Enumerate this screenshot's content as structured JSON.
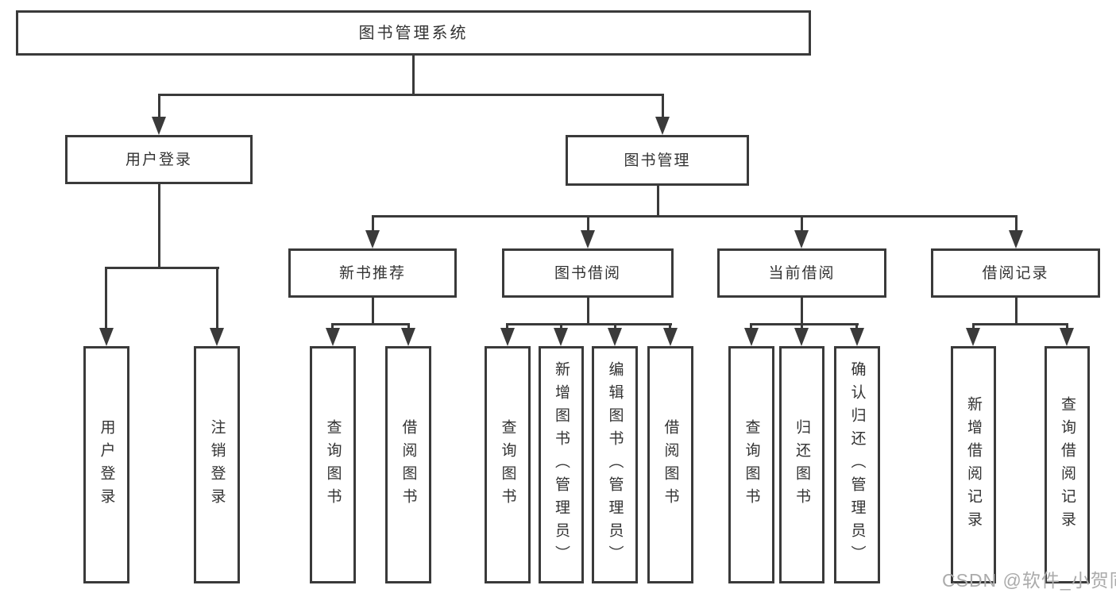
{
  "diagram": {
    "type": "hierarchy-tree",
    "title": "图书管理系统",
    "watermark": "CSDN @软件_小贺同学",
    "colors": {
      "line": "#3a3a3a",
      "box_border": "#3a3a3a",
      "text": "#333333",
      "background": "#ffffff",
      "watermark": "#ababab"
    },
    "nodes": {
      "root": {
        "label": "图书管理系统"
      },
      "user_login": {
        "label": "用户登录"
      },
      "book_mgmt": {
        "label": "图书管理"
      },
      "new_book_rec": {
        "label": "新书推荐"
      },
      "book_borrow": {
        "label": "图书借阅"
      },
      "current_borrow": {
        "label": "当前借阅"
      },
      "borrow_records": {
        "label": "借阅记录"
      },
      "leaf_user_login": {
        "label": "用户登录"
      },
      "leaf_logout": {
        "label": "注销登录"
      },
      "leaf_rec_query_books": {
        "label": "查询图书"
      },
      "leaf_rec_borrow_books": {
        "label": "借阅图书"
      },
      "leaf_bb_query_books": {
        "label": "查询图书"
      },
      "leaf_bb_add_books": {
        "label": "新增图书（管理员）"
      },
      "leaf_bb_edit_books": {
        "label": "编辑图书（管理员）"
      },
      "leaf_bb_borrow_books": {
        "label": "借阅图书"
      },
      "leaf_cb_query_books": {
        "label": "查询图书"
      },
      "leaf_cb_return_books": {
        "label": "归还图书"
      },
      "leaf_cb_confirm_return": {
        "label": "确认归还（管理员）"
      },
      "leaf_br_add_record": {
        "label": "新增借阅记录"
      },
      "leaf_br_query_record": {
        "label": "查询借阅记录"
      }
    },
    "hierarchy": {
      "图书管理系统": {
        "用户登录": [
          "用户登录",
          "注销登录"
        ],
        "图书管理": {
          "新书推荐": [
            "查询图书",
            "借阅图书"
          ],
          "图书借阅": [
            "查询图书",
            "新增图书（管理员）",
            "编辑图书（管理员）",
            "借阅图书"
          ],
          "当前借阅": [
            "查询图书",
            "归还图书",
            "确认归还（管理员）"
          ],
          "借阅记录": [
            "新增借阅记录",
            "查询借阅记录"
          ]
        }
      }
    }
  }
}
